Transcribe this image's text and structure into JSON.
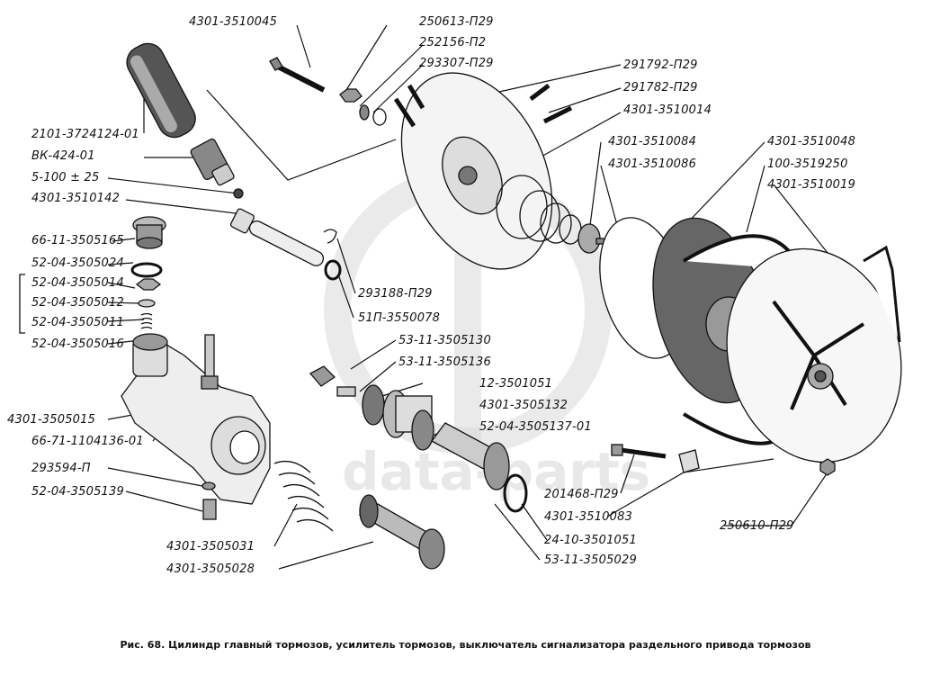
{
  "labels": {
    "l1": "4301-3510045",
    "l2": "250613-П29",
    "l3": "252156-П2",
    "l4": "293307-П29",
    "l5": "291792-П29",
    "l6": "291782-П29",
    "l7": "4301-3510014",
    "l8": "2101-3724124-01",
    "l9": "ВК-424-01",
    "l10": "5-100 ± 25",
    "l11": "4301-3510142",
    "l12": "66-11-3505165",
    "l13": "52-04-3505024",
    "l14": "52-04-3505014",
    "l15": "52-04-3505012",
    "l16": "52-04-3505011",
    "l17": "52-04-3505016",
    "l18": "4301-3510084",
    "l19": "4301-3510086",
    "l20": "4301-3510048",
    "l21": "100-3519250",
    "l22": "4301-3510019",
    "l23": "293188-П29",
    "l24": "51П-3550078",
    "l25": "53-11-3505130",
    "l26": "53-11-3505136",
    "l27": "12-3501051",
    "l28": "4301-3505132",
    "l29": "52-04-3505137-01",
    "l30": "4301-3505015",
    "l31": "66-71-1104136-01",
    "l32": "293594-П",
    "l33": "52-04-3505139",
    "l34": "4301-3505031",
    "l35": "4301-3505028",
    "l36": "201468-П29",
    "l37": "4301-3510083",
    "l38": "250610-П29",
    "l39": "24-10-3501051",
    "l40": "53-11-3505029"
  },
  "caption": "Рис. 68.  Цилиндр главный тормозов, усилитель тормозов, выключатель сигнализатора раздельного привода тормозов",
  "watermark": "data-parts"
}
